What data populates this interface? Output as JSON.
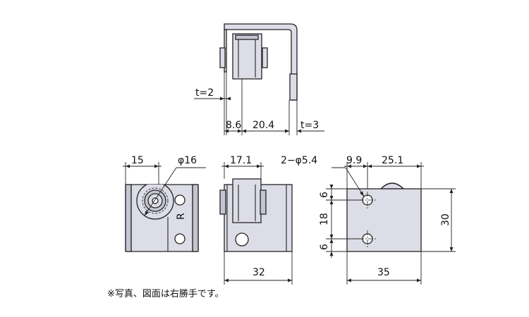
{
  "diagram": {
    "top_view": {
      "thickness_left": "t=2",
      "width_a": "8.6",
      "width_b": "20.4",
      "thickness_right": "t=3"
    },
    "left_view": {
      "width": "15",
      "roller_diameter": "φ16",
      "side_mark": "R"
    },
    "front_view": {
      "roller_width": "17.1",
      "overall_width": "32"
    },
    "right_view": {
      "hole_callout": "2−φ5.4",
      "hole_offset_x": "9.9",
      "hole_spacing_x": "25.1",
      "hole_offset_top": "6",
      "hole_spacing_y": "18",
      "hole_offset_bottom": "6",
      "overall_height": "30",
      "overall_width": "35"
    },
    "note": "※写真、図面は右勝手です。"
  }
}
